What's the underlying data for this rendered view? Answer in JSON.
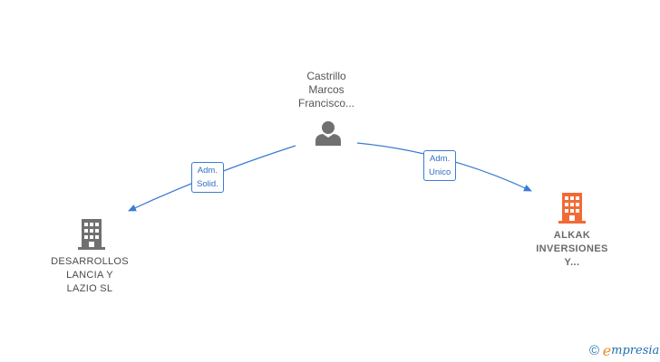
{
  "nodes": {
    "person": {
      "lines": [
        "Castrillo",
        "Marcos",
        "Francisco..."
      ],
      "icon": "person-icon"
    },
    "company_left": {
      "lines": [
        "DESARROLLOS",
        "LANCIA Y",
        "LAZIO SL"
      ],
      "icon": "building-icon"
    },
    "company_right": {
      "lines": [
        "ALKAK",
        "INVERSIONES",
        "Y..."
      ],
      "icon": "building-icon",
      "color": "#f26a35"
    }
  },
  "edges": {
    "left": {
      "lines": [
        "Adm.",
        "Solid."
      ]
    },
    "right": {
      "lines": [
        "Adm.",
        "Unico"
      ]
    }
  },
  "colors": {
    "edge": "#3a7bd5",
    "icon_gray": "#707070",
    "icon_highlight": "#f26a35"
  },
  "brand": {
    "copyright": "©",
    "e": "e",
    "word": "mpresia"
  }
}
